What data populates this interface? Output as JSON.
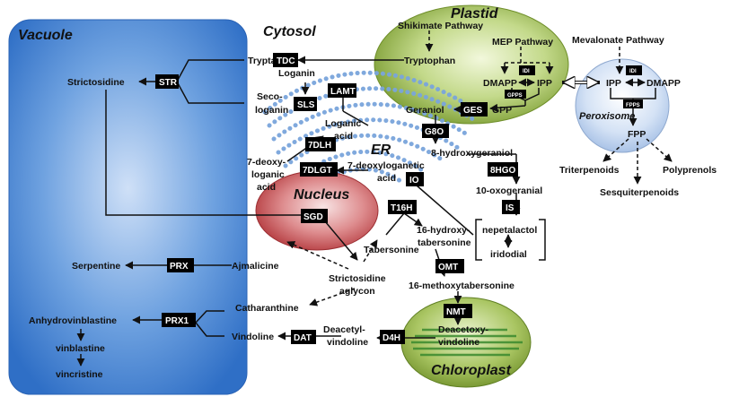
{
  "compartments": {
    "vacuole": "Vacuole",
    "cytosol": "Cytosol",
    "plastid": "Plastid",
    "er": "ER",
    "nucleus": "Nucleus",
    "peroxisome": "Peroxisome",
    "chloroplast": "Chloroplast"
  },
  "metabolites": {
    "strictosidine": "Strictosidine",
    "tryptamine": "Tryptamine",
    "tryptophan": "Tryptophan",
    "shikimate": "Shikimate Pathway",
    "mep": "MEP Pathway",
    "mevalonate": "Mevalonate Pathway",
    "loganin": "Loganin",
    "secologanin_1": "Seco-",
    "secologanin_2": "loganin",
    "loganic_1": "Loganic",
    "loganic_2": "acid",
    "dmapp_plastid": "DMAPP",
    "ipp_plastid": "IPP",
    "ipp_perox": "IPP",
    "dmapp_perox": "DMAPP",
    "geraniol": "Geraniol",
    "gpp": "GPP",
    "fpp": "FPP",
    "hydroxygeraniol": "8-hydroxygeraniol",
    "deoxyloganic_er": "7-deoxyloganetic",
    "deoxyloganic_er_2": "acid",
    "deoxyloganic_1": "7-deoxy-",
    "deoxyloganic_2": "loganic",
    "deoxyloganic_3": "acid",
    "oxogeranial": "10-oxogeranial",
    "nepetalactol": "nepetalactol",
    "iridodial": "iridodial",
    "triterpenoids": "Triterpenoids",
    "sesquiterpenoids": "Sesquiterpenoids",
    "polyprenols": "Polyprenols",
    "hydroxytabersonine_1": "16-hydroxy-",
    "hydroxytabersonine_2": "tabersonine",
    "tabersonine": "Tabersonine",
    "serpentine": "Serpentine",
    "ajmalicine": "Ajmalicine",
    "aglycon_1": "Strictosidine",
    "aglycon_2": "aglycon",
    "methoxytabersonine": "16-methoxytabersonine",
    "catharanthine": "Catharanthine",
    "anhydrovinblastine": "Anhydrovinblastine",
    "vinblastine": "vinblastine",
    "vincristine": "vincristine",
    "vindoline": "Vindoline",
    "deacetylvindoline_1": "Deacetyl-",
    "deacetylvindoline_2": "vindoline",
    "deacetoxyvindoline_1": "Deacetoxy-",
    "deacetoxyvindoline_2": "vindoline"
  },
  "enzymes": {
    "tdc": "TDC",
    "str": "STR",
    "lamt": "LAMT",
    "sls": "SLS",
    "idi_plastid": "IDI",
    "gpps": "GPPS",
    "idi_perox": "IDI",
    "fpps": "FPPS",
    "ges": "GES",
    "g8o": "G8O",
    "dlh": "7DLH",
    "dlgt": "7DLGT",
    "hgo": "8HGO",
    "io": "IO",
    "is": "IS",
    "sgd": "SGD",
    "t16h": "T16H",
    "prx": "PRX",
    "omt": "OMT",
    "prx1": "PRX1",
    "nmt": "NMT",
    "dat": "DAT",
    "d4h": "D4H"
  },
  "colors": {
    "vacuole": "#3d7fd2",
    "vacuole_light": "#a9c9f0",
    "plastid": "#8fb03e",
    "plastid_light": "#e7f1c8",
    "nucleus": "#c94a4e",
    "nucleus_light": "#f3d2d2",
    "peroxisome": "#a9c4e8",
    "er": "#6f9bd6",
    "chloroplast_stripe": "#3a8a2e",
    "enzyme_box": "#000000"
  }
}
